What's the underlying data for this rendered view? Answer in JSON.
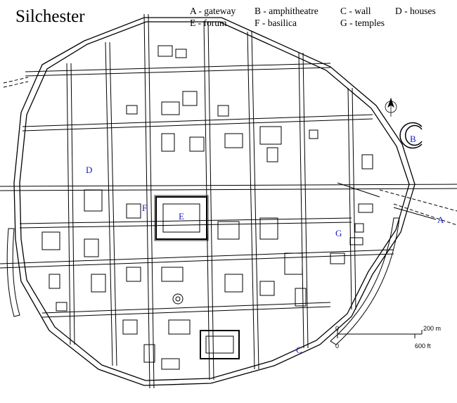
{
  "map": {
    "title": "Silchester",
    "legend": [
      {
        "code": "A",
        "text": "A - gateway"
      },
      {
        "code": "B",
        "text": "B - amphitheatre"
      },
      {
        "code": "C",
        "text": "C - wall"
      },
      {
        "code": "D",
        "text": "D - houses"
      },
      {
        "code": "E",
        "text": "E - forum"
      },
      {
        "code": "F",
        "text": "F - basilica"
      },
      {
        "code": "G",
        "text": "G - temples"
      }
    ],
    "labels": {
      "A": "A",
      "B": "B",
      "C": "C",
      "D": "D",
      "E": "E",
      "F": "F",
      "G": "G"
    },
    "label_color": "#1a1ac8",
    "scale": {
      "metric": "200 m",
      "imperial": "600 ft",
      "zero_top": "0",
      "zero_bottom": "0"
    },
    "north_arrow_icon": "compass-north-icon"
  }
}
